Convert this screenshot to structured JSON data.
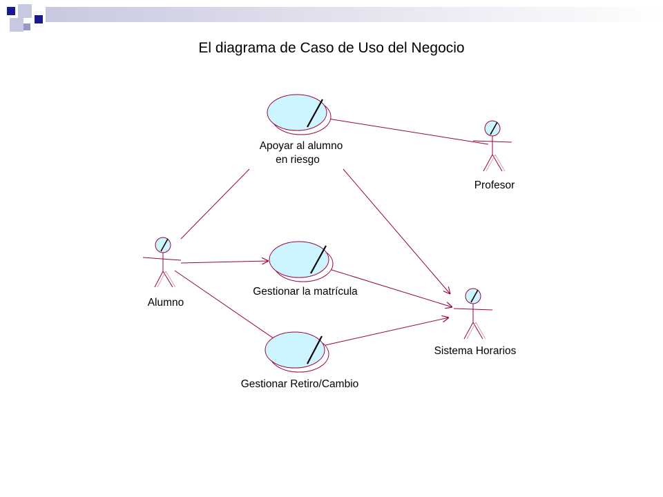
{
  "title": "El diagrama de Caso de Uso del Negocio",
  "colors": {
    "line": "#99003c",
    "usecase_fill": "#ccf5ff",
    "deco_dark": "#1a1a8c",
    "deco_light": "#c8c8e0"
  },
  "actors": {
    "alumno": "Alumno",
    "profesor": "Profesor",
    "sistema": "Sistema Horarios"
  },
  "usecases": {
    "apoyar_line1": "Apoyar al alumno",
    "apoyar_line2": "en riesgo",
    "matricula": "Gestionar la matrícula",
    "retiro": "Gestionar Retiro/Cambio"
  }
}
